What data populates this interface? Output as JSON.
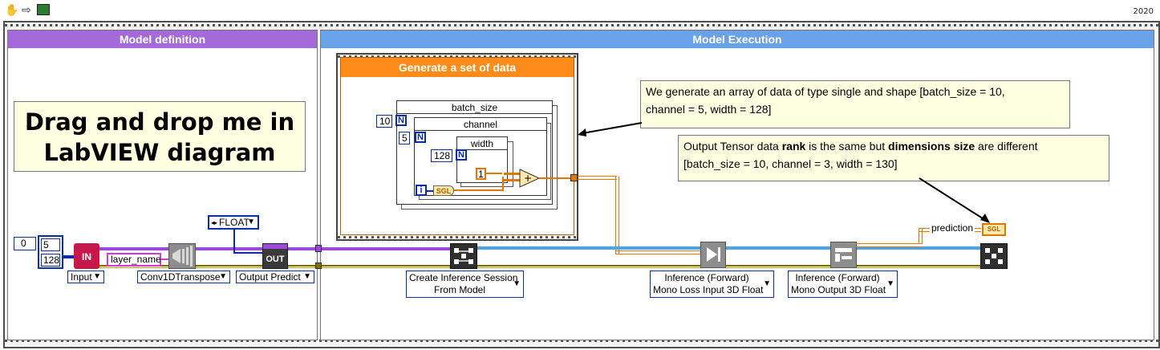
{
  "toolbar": {
    "icons": [
      "hand-icon",
      "arrow-right-icon",
      "labview-icon"
    ],
    "version": "2020"
  },
  "frames": {
    "model_definition": {
      "title": "Model definition",
      "color": "#a46ad9"
    },
    "model_execution": {
      "title": "Model Execution",
      "color": "#6aa2ea"
    }
  },
  "drag_label": {
    "line1": "Drag and drop me in",
    "line2": "LabVIEW diagram"
  },
  "generate": {
    "title": "Generate a set of data",
    "loops": {
      "outer": "batch_size",
      "middle": "channel",
      "inner": "width"
    },
    "constants": {
      "batch_size": "10",
      "channel": "5",
      "width": "128",
      "one": "1"
    },
    "n_label": "N",
    "i_label": "i",
    "sgl_label": "SGL"
  },
  "comments": {
    "c1": {
      "line1": "We generate an array of data of type single and shape [batch_size = 10,",
      "line2": "channel = 5, width = 128]"
    },
    "c2": {
      "pre": "Output Tensor data ",
      "bold1": "rank",
      "mid": " is the same but ",
      "bold2": "dimensions size",
      "post": " are different",
      "line2": "[batch_size = 10, channel = 3, width = 130]"
    }
  },
  "inputs": {
    "zero": "0",
    "shape1": "5",
    "shape2": "128"
  },
  "layer_name": "layer_name",
  "nodes": {
    "in_label": "IN",
    "out_label": "OUT",
    "input_ring": "Input",
    "conv_ring": "Conv1DTranspose",
    "output_ring": "Output Predict",
    "float_ring": "FLOAT",
    "create_session": {
      "line1": "Create Inference Session",
      "line2": "From Model"
    },
    "infer_input": {
      "line1": "Inference (Forward)",
      "line2": "Mono Loss Input 3D Float"
    },
    "infer_output": {
      "line1": "Inference (Forward)",
      "line2": "Mono Output 3D Float"
    },
    "prediction": "prediction",
    "sgl_indicator": "SGL"
  },
  "colors": {
    "orange_frame": "#ff8c1a",
    "wire_orange": "#e07800",
    "wire_blue": "#4da3e8",
    "control_blue": "#0a2da8",
    "magenta": "#d63ad6",
    "node_dark": "#3a3a3a"
  }
}
